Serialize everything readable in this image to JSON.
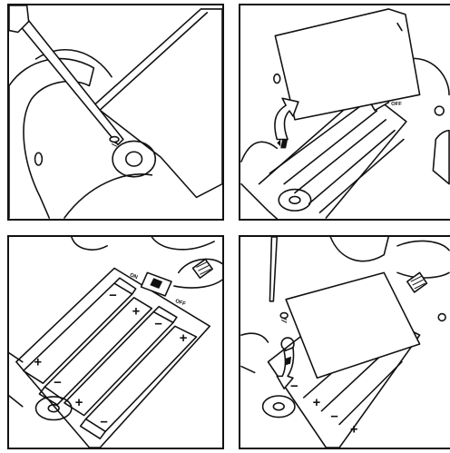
{
  "switch_labels": {
    "on": "ON",
    "off": "OFF"
  },
  "step2_switch_label": "OFF",
  "polarity": {
    "plus": "+",
    "minus": "−"
  }
}
